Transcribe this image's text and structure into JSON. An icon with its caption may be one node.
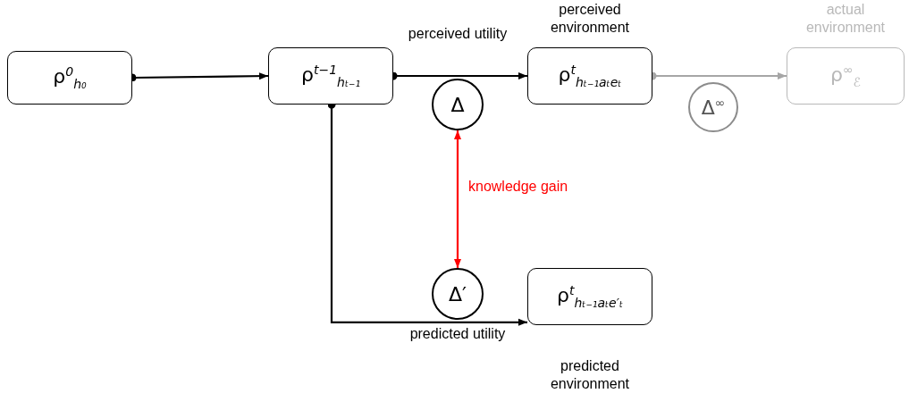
{
  "diagram": {
    "nodes": [
      {
        "text": [
          "ρ$^{0}$$_{h₀}$"
        ]
      },
      {
        "text": [
          "ρ$^{t−1}$$_{hₜ₋₁}$"
        ]
      },
      {
        "text": [
          "ρ$^{t}$$_{hₜ₋₁aₜeₜ}$"
        ],
        "beside": [
          "perceived environment"
        ]
      },
      {
        "text": [
          "ρ$^{∞}$$_{ℰ}$"
        ],
        "beside": [
          "actual environment"
        ]
      },
      {
        "text": [
          "Δ"
        ]
      },
      {
        "text": [
          "Δ$^{∞}$"
        ]
      },
      {
        "text": [
          "Δ′"
        ],
        "beside": [
          "predicted utility"
        ]
      },
      {
        "text": [
          "ρ$^{t}$$_{hₜ₋₁aₜe′ₜ}$"
        ],
        "beside": [
          "predicted environment"
        ]
      }
    ],
    "edges": [
      {
        "from": 0,
        "to": 1,
        "arrow": "to"
      },
      {
        "from": 1,
        "to": 2,
        "arrow": "to"
      },
      {
        "from": 2,
        "to": 3,
        "arrow": "to",
        "color": "#a6a6a6"
      },
      {
        "from": 1,
        "to": 7,
        "arrow": "to"
      },
      {
        "from": 4,
        "to": 6,
        "arrow": "both",
        "label": "knowledge gain",
        "color": "#ff0000"
      }
    ],
    "labels": [
      "perceived utility"
    ]
  }
}
